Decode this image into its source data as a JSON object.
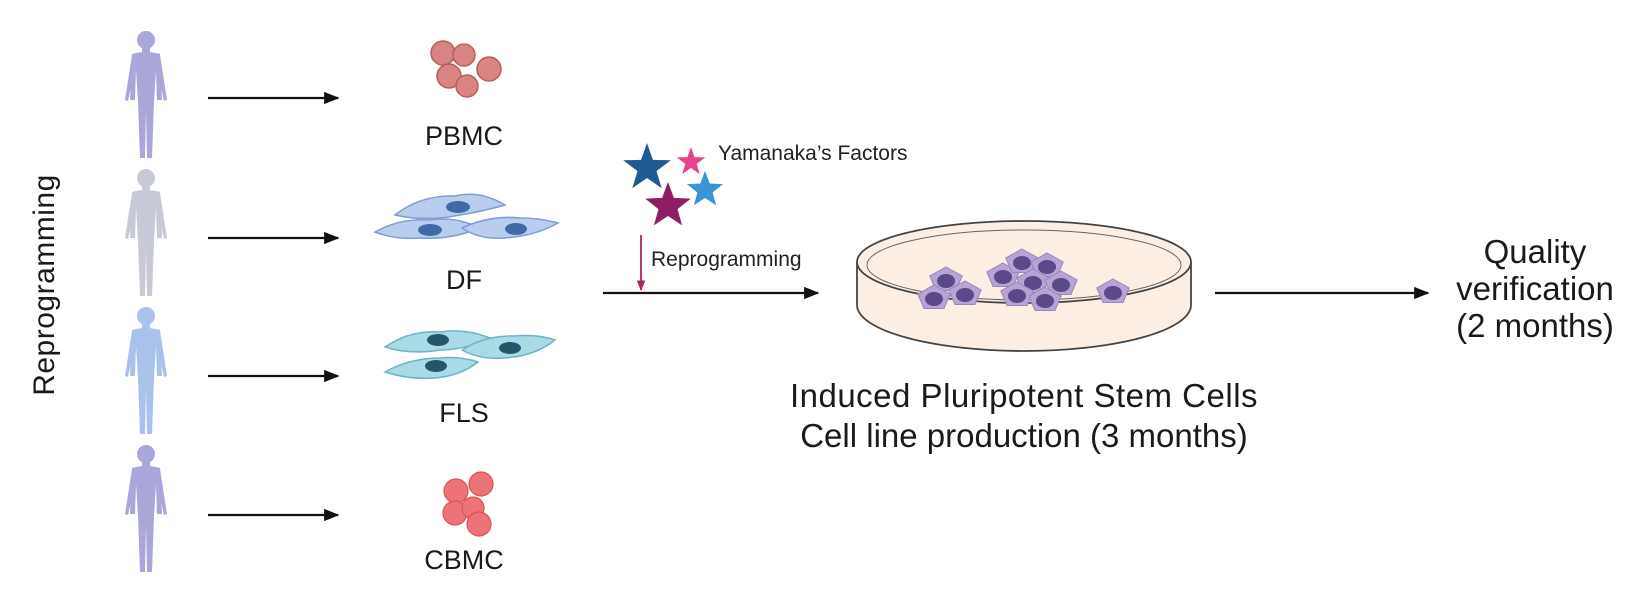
{
  "side_label": "Reprogramming",
  "sources": [
    {
      "label": "PBMC",
      "body_color": "#a9a6da",
      "cell_color": "#d98482"
    },
    {
      "label": "DF",
      "body_color": "#c7c9d6",
      "cell_color": "#a9c0e6"
    },
    {
      "label": "FLS",
      "body_color": "#a8c2ec",
      "cell_color": "#a9dbe6"
    },
    {
      "label": "CBMC",
      "body_color": "#a9a6da",
      "cell_color": "#ec7377"
    }
  ],
  "factors": {
    "label": "Yamanaka’s Factors",
    "arrow_label": "Reprogramming",
    "star_colors": [
      "#1f5a93",
      "#e8438c",
      "#8e1d63",
      "#3b94d6"
    ]
  },
  "ipsc": {
    "line1": "Induced Pluripotent Stem Cells",
    "line2": "Cell line production (3 months)"
  },
  "quality": {
    "line1": "Quality",
    "line2": "verification",
    "line3": "(2 months)"
  },
  "colors": {
    "arrow": "#111111",
    "reprogramming_arrow": "#b0245e",
    "dish_fill": "#fdeee4",
    "ipsc_cell": "#b8a4d4",
    "ipsc_nucleus": "#5a4a8a"
  }
}
